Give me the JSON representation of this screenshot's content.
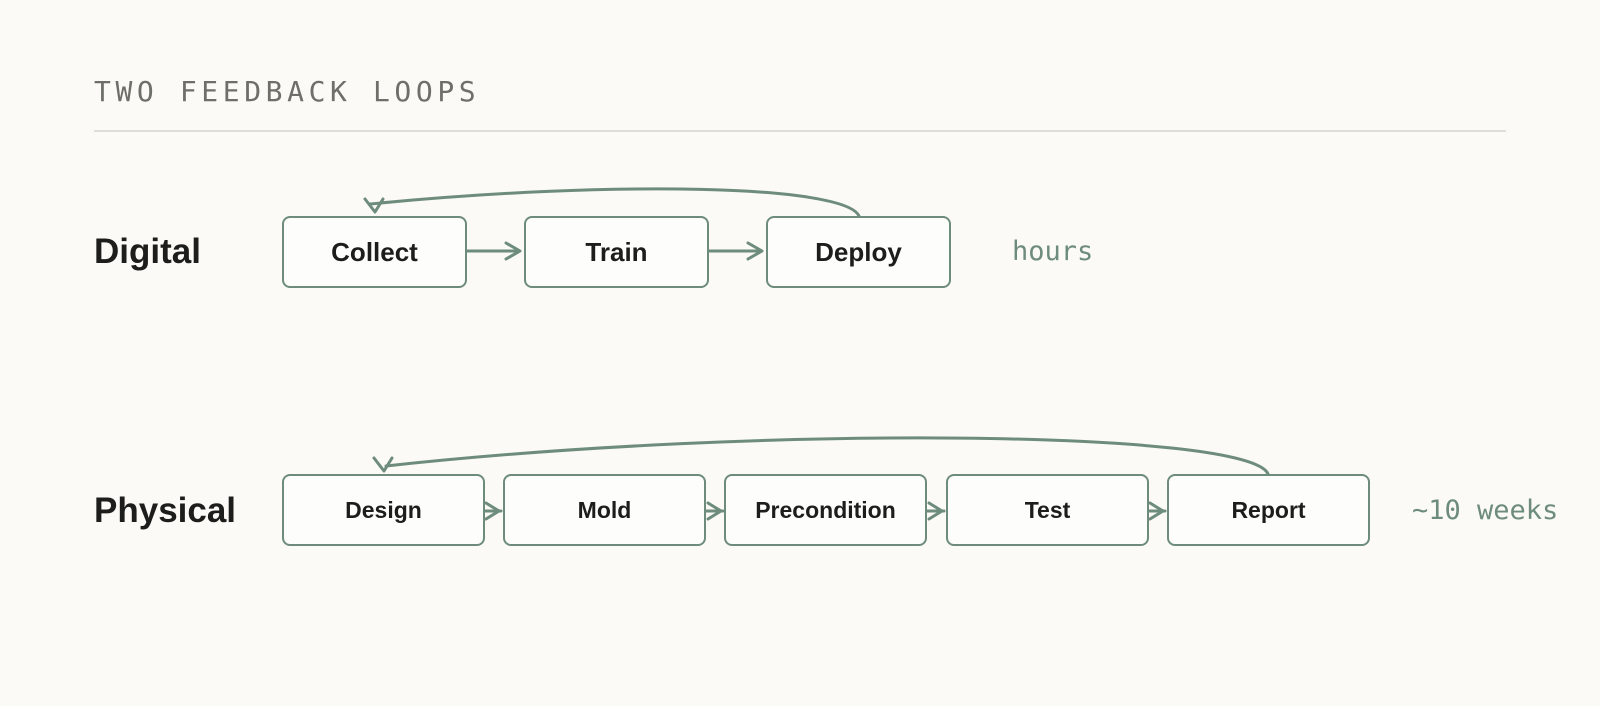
{
  "header": {
    "title": "TWO FEEDBACK LOOPS"
  },
  "loops": {
    "digital": {
      "label": "Digital",
      "steps": [
        "Collect",
        "Train",
        "Deploy"
      ],
      "duration": "hours"
    },
    "physical": {
      "label": "Physical",
      "steps": [
        "Design",
        "Mold",
        "Precondition",
        "Test",
        "Report"
      ],
      "duration": "~10 weeks"
    }
  },
  "colors": {
    "background": "#fbfaf6",
    "accent": "#6e8c7c",
    "text": "#1d1d1b",
    "heading": "#6f6f69",
    "rule": "#deddd7"
  }
}
